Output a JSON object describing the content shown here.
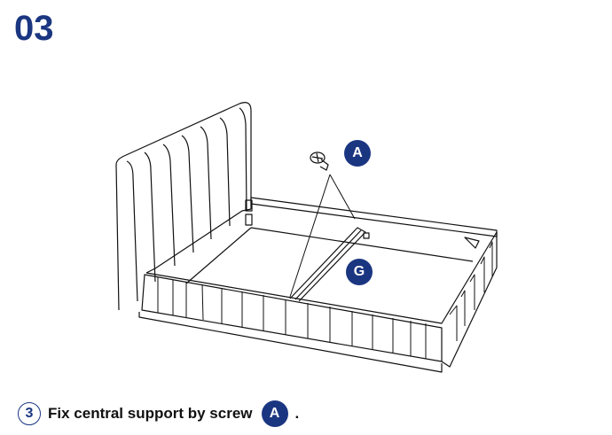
{
  "step": "03",
  "colors": {
    "accent": "#1b3681"
  },
  "labels": {
    "screw": "A",
    "support": "G"
  },
  "instruction": {
    "number": "3",
    "text": "Fix central support by screw",
    "part": "A",
    "end": "."
  }
}
